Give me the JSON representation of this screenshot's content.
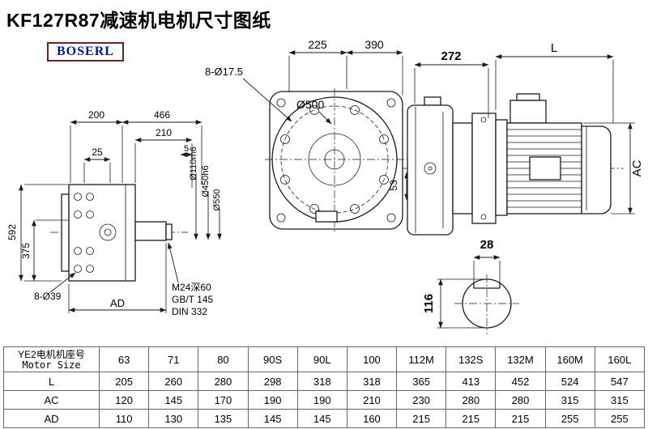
{
  "page": {
    "title": "KF127R87减速机电机尺寸图纸",
    "brand": "BOSERL"
  },
  "colors": {
    "note_blue": "#2a2a8f",
    "brand_text": "#001a9e",
    "brand_border": "#6b2222"
  },
  "drawing": {
    "left_view": {
      "dim_200": "200",
      "dim_466": "466",
      "dim_210": "210",
      "dim_5": "5",
      "dim_25": "25",
      "dim_592": "592",
      "dim_375": "375",
      "holes_label": "8-Ø39",
      "ad_label": "AD",
      "thread_line1": "M24深60",
      "thread_line2": "GB/T 145",
      "thread_line3": "DIN 332",
      "dia_shaft": "Ø110m6",
      "dia_spigot": "Ø450h6",
      "dia_flange": "Ø550"
    },
    "front_view": {
      "holes_label": "8-Ø17.5",
      "dim_225": "225",
      "dim_390": "390",
      "dia_500": "Ø500",
      "dim_53": "53"
    },
    "motor_view": {
      "dim_272": "272",
      "dim_l": "L",
      "ac_label": "AC"
    },
    "shaft_section": {
      "dim_28": "28",
      "dim_116": "116"
    }
  },
  "table": {
    "size_label_cn": "YE2电机机座号",
    "size_label_en": "Motor Size",
    "sizes": [
      "63",
      "71",
      "80",
      "90S",
      "90L",
      "100",
      "112M",
      "132S",
      "132M",
      "160M",
      "160L"
    ],
    "rows": [
      {
        "label": "L",
        "values": [
          "205",
          "260",
          "280",
          "298",
          "318",
          "318",
          "365",
          "413",
          "452",
          "524",
          "547"
        ]
      },
      {
        "label": "AC",
        "values": [
          "120",
          "145",
          "170",
          "190",
          "190",
          "210",
          "230",
          "280",
          "280",
          "315",
          "315"
        ]
      },
      {
        "label": "AD",
        "values": [
          "110",
          "130",
          "135",
          "145",
          "145",
          "160",
          "215",
          "215",
          "215",
          "255",
          "255"
        ]
      }
    ]
  }
}
